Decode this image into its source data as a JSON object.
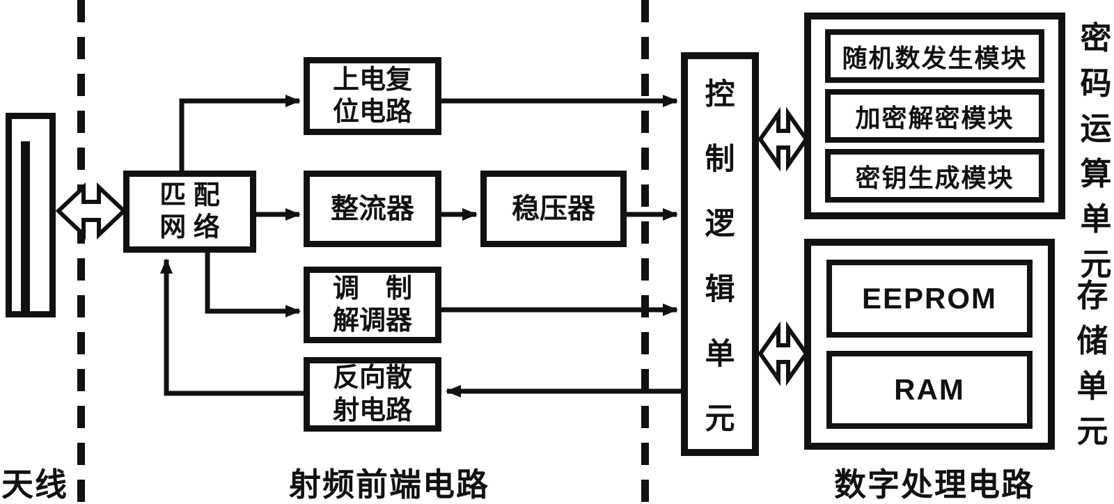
{
  "sections": {
    "antenna_label": "天线",
    "rf_frontend_label": "射频前端电路",
    "digital_label": "数字处理电路"
  },
  "blocks": {
    "matching_network": {
      "lines": [
        "匹 配",
        "网 络"
      ]
    },
    "power_on_reset": {
      "lines": [
        "上电复",
        "位电路"
      ]
    },
    "rectifier": {
      "label": "整流器"
    },
    "regulator": {
      "label": "稳压器"
    },
    "modulator": {
      "lines": [
        "调　制",
        "解调器"
      ]
    },
    "backscatter": {
      "lines": [
        "反向散",
        "射电路"
      ]
    },
    "control_logic": {
      "label": "控制逻辑单元"
    },
    "crypto_unit": {
      "label": "密码运算单元",
      "modules": [
        "随机数发生模块",
        "加密解密模块",
        "密钥生成模块"
      ]
    },
    "memory_unit": {
      "label": "存储单元",
      "modules": [
        "EEPROM",
        "RAM"
      ]
    }
  },
  "colors": {
    "ink": "#111111",
    "background": "#ffffff"
  }
}
